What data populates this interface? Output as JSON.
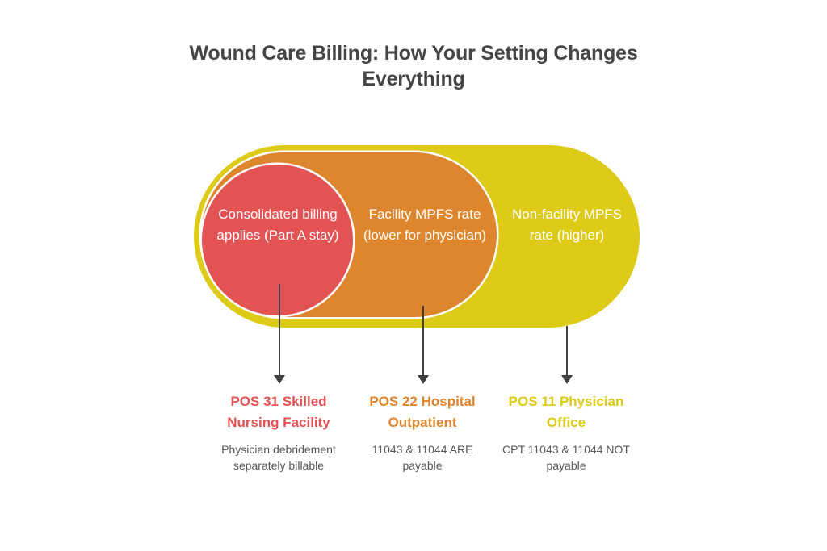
{
  "title": "Wound Care Billing: How Your Setting Changes Everything",
  "colors": {
    "background": "#ffffff",
    "title_text": "#454545",
    "caption_text": "#595959",
    "zone_inner": "#e35354",
    "zone_mid": "#de862e",
    "zone_outer": "#ddcb18",
    "arrow": "#3f3f3f",
    "zone_label_text": "#ffffff"
  },
  "diagram": {
    "type": "nested-pill",
    "zones": [
      {
        "id": "inner",
        "shape": "circle",
        "color": "#e35354",
        "label": "Consolidated billing applies (Part A stay)"
      },
      {
        "id": "middle",
        "shape": "pill",
        "color": "#de862e",
        "label": "Facility MPFS rate (lower for physician)"
      },
      {
        "id": "outer",
        "shape": "pill",
        "color": "#ddcb18",
        "label": "Non-facility MPFS rate (higher)"
      }
    ]
  },
  "columns": [
    {
      "heading": "POS 31 Skilled Nursing Facility",
      "heading_color": "#e35354",
      "caption": "Physician debridement separately billable"
    },
    {
      "heading": "POS 22 Hospital Outpatient",
      "heading_color": "#de862e",
      "caption": "11043 & 11044 ARE payable"
    },
    {
      "heading": "POS 11 Physician Office",
      "heading_color": "#ddcb18",
      "caption": "CPT 11043 & 11044 NOT payable"
    }
  ]
}
